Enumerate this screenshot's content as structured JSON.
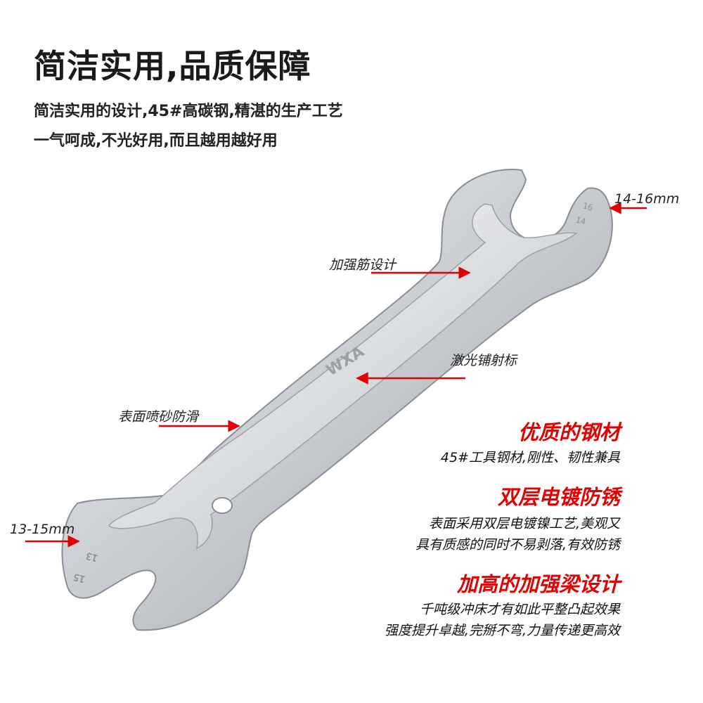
{
  "headline": "简洁实用,品质保障",
  "intro": [
    "简洁实用的设计,45#高碳钢,精湛的生产工艺",
    "一气呵成,不光好用,而且越用越好用"
  ],
  "callouts": {
    "top_size": "14-16mm",
    "rib": "加强筋设计",
    "laser": "激光铺射标",
    "surface": "表面喷砂防滑",
    "bottom_size": "13-15mm"
  },
  "wrench_marks": {
    "top_numbers": [
      "16",
      "14"
    ],
    "bottom_numbers": [
      "13",
      "15"
    ],
    "logo": "WXA"
  },
  "features": [
    {
      "title": "优质的钢材",
      "lines": [
        "45#工具钢材,刚性、韧性兼具"
      ]
    },
    {
      "title": "双层电镀防锈",
      "lines": [
        "表面采用双层电镀镍工艺,美观又",
        "具有质感的同时不易剥落,有效防锈"
      ]
    },
    {
      "title": "加高的加强梁设计",
      "lines": [
        "千吨级冲床才有如此平整凸起效果",
        "强度提升卓越,完掰不弯,力量传递更高效"
      ]
    }
  ],
  "colors": {
    "accent": "#e30000",
    "steel": "#c8ccd0"
  }
}
